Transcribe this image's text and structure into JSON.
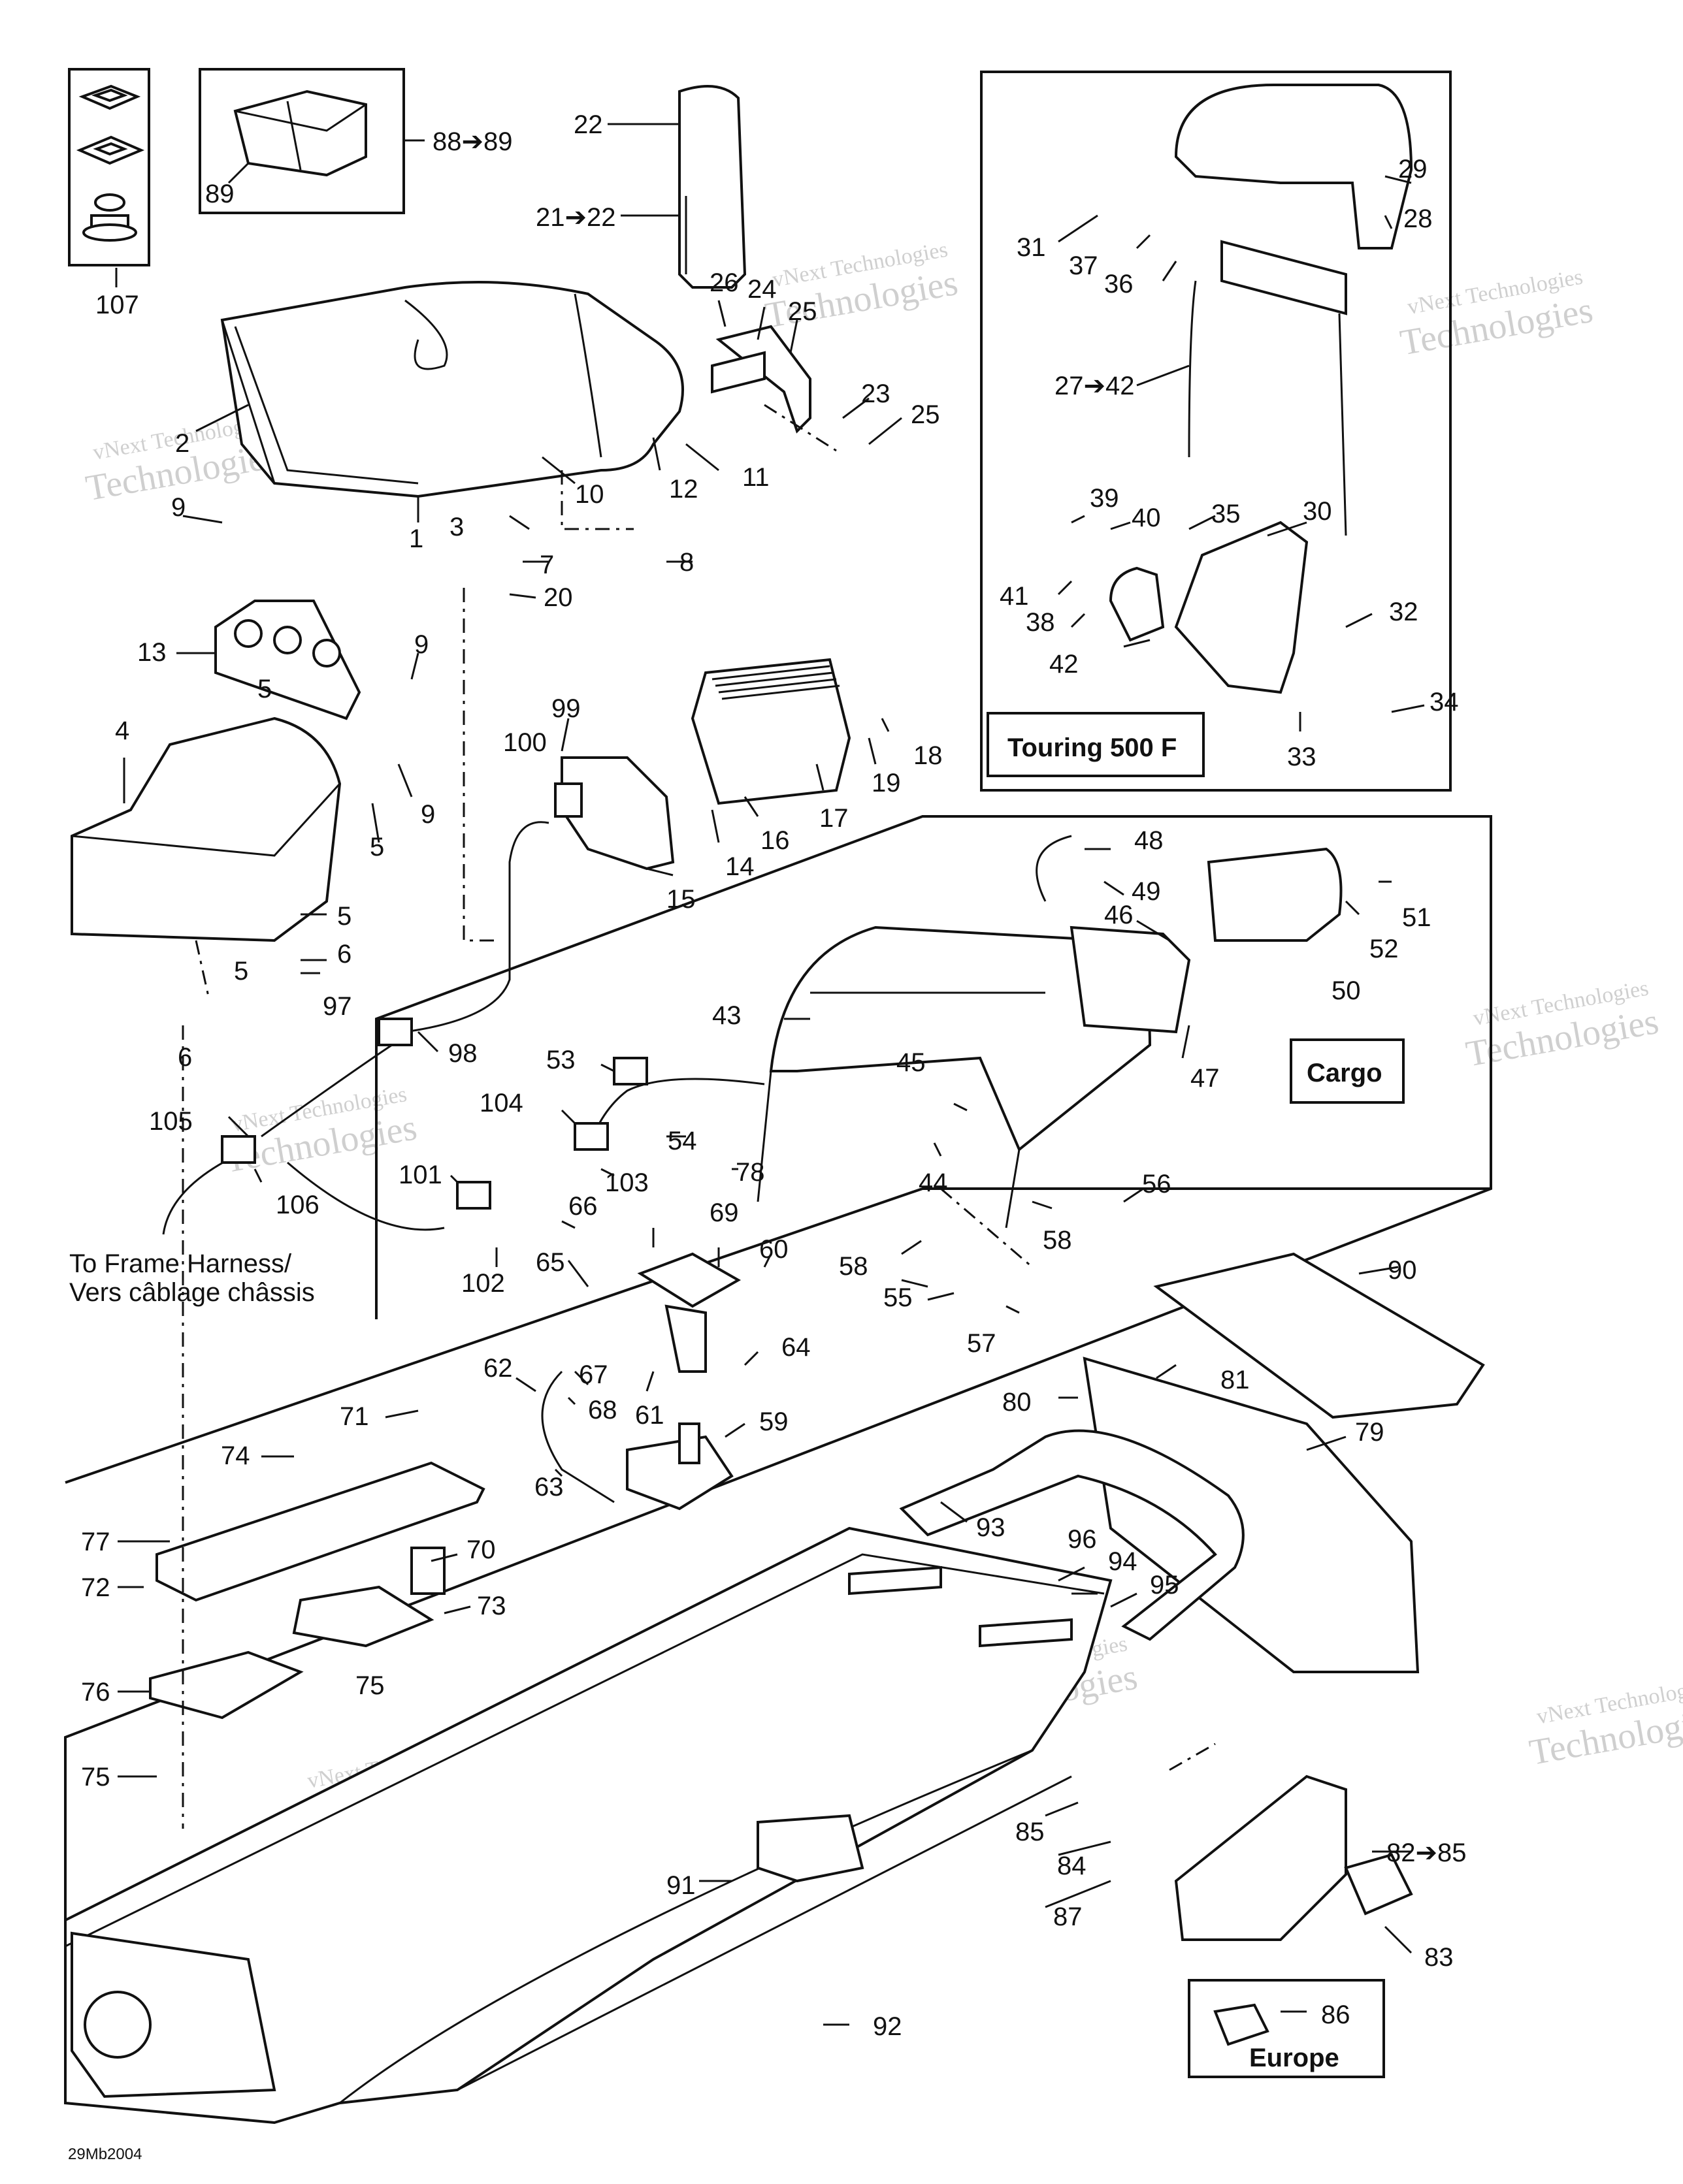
{
  "diagram_code": "29Mb2004",
  "watermark": {
    "line1": "vNext Technologies",
    "line2": "Technologies"
  },
  "boxes": {
    "touring": "Touring 500 F",
    "cargo": "Cargo",
    "europe": "Europe"
  },
  "note": {
    "line1": "To Frame Harness/",
    "line2": "Vers câblage châssis"
  },
  "callouts": {
    "c107": "107",
    "c89": "89",
    "c88_89": "88➔89",
    "c22": "22",
    "c21_22": "21➔22",
    "c26": "26",
    "c24": "24",
    "c25a": "25",
    "c23": "23",
    "c25b": "25",
    "c2": "2",
    "c1": "1",
    "c10": "10",
    "c12": "12",
    "c11": "11",
    "c3": "3",
    "c7": "7",
    "c20": "20",
    "c8": "8",
    "c9a": "9",
    "c9b": "9",
    "c9c": "9",
    "c13": "13",
    "c5a": "5",
    "c5b": "5",
    "c5c": "5",
    "c5d": "5",
    "c4": "4",
    "c6a": "6",
    "c6b": "6",
    "c97": "97",
    "c98": "98",
    "c100": "100",
    "c99": "99",
    "c15": "15",
    "c14": "14",
    "c16": "16",
    "c17": "17",
    "c19": "19",
    "c18": "18",
    "c29": "29",
    "c28": "28",
    "c31": "31",
    "c37": "37",
    "c36": "36",
    "c27_42": "27➔42",
    "c39": "39",
    "c40": "40",
    "c35": "35",
    "c30": "30",
    "c41": "41",
    "c38": "38",
    "c42": "42",
    "c32": "32",
    "c33": "33",
    "c34": "34",
    "c48": "48",
    "c49": "49",
    "c46": "46",
    "c51": "51",
    "c52": "52",
    "c50": "50",
    "c43": "43",
    "c47": "47",
    "c53": "53",
    "c104": "104",
    "c54": "54",
    "c45": "45",
    "c44": "44",
    "c78": "78",
    "c105": "105",
    "c106": "106",
    "c101": "101",
    "c103": "103",
    "c66": "66",
    "c69": "69",
    "c60": "60",
    "c102": "102",
    "c65": "65",
    "c56": "56",
    "c58a": "58",
    "c58b": "58",
    "c55": "55",
    "c57": "57",
    "c90": "90",
    "c62": "62",
    "c67": "67",
    "c64": "64",
    "c68": "68",
    "c61": "61",
    "c59": "59",
    "c81": "81",
    "c80": "80",
    "c79": "79",
    "c71": "71",
    "c74": "74",
    "c63": "63",
    "c93": "93",
    "c77": "77",
    "c70": "70",
    "c96": "96",
    "c94": "94",
    "c95": "95",
    "c72": "72",
    "c73": "73",
    "c75a": "75",
    "c76": "76",
    "c75b": "75",
    "c85": "85",
    "c82_85": "82➔85",
    "c84": "84",
    "c91": "91",
    "c87": "87",
    "c83": "83",
    "c86": "86",
    "c92": "92"
  }
}
